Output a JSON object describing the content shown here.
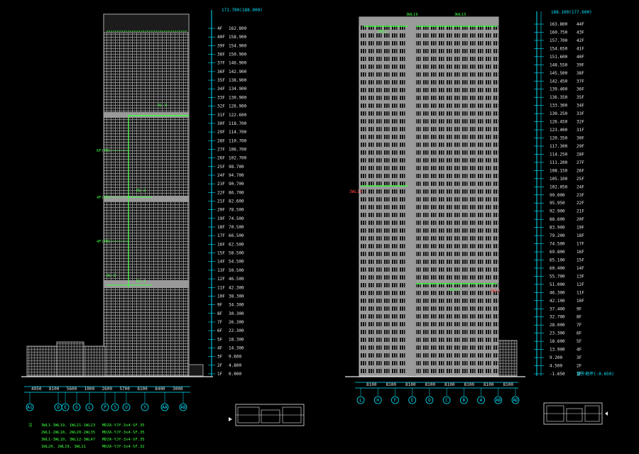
{
  "left": {
    "top_label": "171.700(188.000)",
    "levels": [
      [
        "4F",
        "162.800"
      ],
      [
        "40F",
        "158.900"
      ],
      [
        "39F",
        "154.900"
      ],
      [
        "38F",
        "150.900"
      ],
      [
        "37F",
        "146.900"
      ],
      [
        "36F",
        "142.900"
      ],
      [
        "35F",
        "138.900"
      ],
      [
        "34F",
        "134.900"
      ],
      [
        "33F",
        "130.900"
      ],
      [
        "32F",
        "126.900"
      ],
      [
        "31F",
        "122.600"
      ],
      [
        "30F",
        "118.700"
      ],
      [
        "29F",
        "114.700"
      ],
      [
        "28F",
        "110.700"
      ],
      [
        "27F",
        "106.700"
      ],
      [
        "26F",
        "102.700"
      ],
      [
        "25F",
        "98.700"
      ],
      [
        "24F",
        "94.700"
      ],
      [
        "23F",
        "90.700"
      ],
      [
        "22F",
        "86.700"
      ],
      [
        "21F",
        "82.600"
      ],
      [
        "20F",
        "78.500"
      ],
      [
        "19F",
        "74.500"
      ],
      [
        "18F",
        "70.500"
      ],
      [
        "17F",
        "66.500"
      ],
      [
        "16F",
        "62.500"
      ],
      [
        "15F",
        "58.500"
      ],
      [
        "14F",
        "54.500"
      ],
      [
        "13F",
        "50.500"
      ],
      [
        "12F",
        "46.500"
      ],
      [
        "11F",
        "42.300"
      ],
      [
        "10F",
        "38.300"
      ],
      [
        "9F",
        "34.300"
      ],
      [
        "8F",
        "30.300"
      ],
      [
        "7F",
        "26.300"
      ],
      [
        "6F",
        "22.300"
      ],
      [
        "5F",
        "18.300"
      ],
      [
        "4F",
        "14.300"
      ],
      [
        "3F",
        "9.600"
      ],
      [
        "2F",
        "4.800"
      ],
      [
        "1F",
        "0.000"
      ]
    ],
    "dims": [
      "4950",
      "8100",
      "5600",
      "1000",
      "2600",
      "5700",
      "8100",
      "8400",
      "3000"
    ],
    "axes": [
      "A1",
      "D",
      "E",
      "G",
      "L",
      "P",
      "S",
      "U",
      "Y",
      "AA",
      "AB"
    ],
    "side_labels": [
      "6F(TM)",
      "4F(TM)",
      "4F(TM)"
    ],
    "zone_labels": [
      "DL-3",
      "DL-2",
      "DL-1",
      "DL-3"
    ],
    "notes": [
      [
        "3WL1-3WL19, 1WL21-1WL23",
        "MDZA-YJY-3x4-SF.35"
      ],
      [
        "2WL1-2WL18, 2WL20-2WL35",
        "MDZA-YJY-3x4-SF.35"
      ],
      [
        "3WL1-3WL10, 3WL12-3WL47",
        "MDZA-YJY-3x4-SF.35"
      ],
      [
        "1WL20, 2WL19, 3WL11",
        "MDZA-YJY-3x4-SF.32"
      ]
    ],
    "note_mark": "注"
  },
  "right": {
    "top_label": "188.100(177.600)",
    "levels": [
      [
        "44F",
        "163.800"
      ],
      [
        "43F",
        "160.750"
      ],
      [
        "42F",
        "157.700"
      ],
      [
        "41F",
        "154.650"
      ],
      [
        "40F",
        "151.600"
      ],
      [
        "39F",
        "148.550"
      ],
      [
        "38F",
        "145.500"
      ],
      [
        "37F",
        "142.450"
      ],
      [
        "36F",
        "139.400"
      ],
      [
        "35F",
        "136.350"
      ],
      [
        "34F",
        "133.300"
      ],
      [
        "33F",
        "130.250"
      ],
      [
        "32F",
        "126.450"
      ],
      [
        "31F",
        "123.400"
      ],
      [
        "30F",
        "120.350"
      ],
      [
        "29F",
        "117.300"
      ],
      [
        "28F",
        "114.250"
      ],
      [
        "27F",
        "111.200"
      ],
      [
        "26F",
        "108.150"
      ],
      [
        "25F",
        "105.100"
      ],
      [
        "24F",
        "102.050"
      ],
      [
        "23F",
        "99.000"
      ],
      [
        "22F",
        "95.950"
      ],
      [
        "21F",
        "92.900"
      ],
      [
        "20F",
        "88.600"
      ],
      [
        "19F",
        "83.900"
      ],
      [
        "18F",
        "79.200"
      ],
      [
        "17F",
        "74.500"
      ],
      [
        "16F",
        "69.800"
      ],
      [
        "15F",
        "65.100"
      ],
      [
        "14F",
        "60.400"
      ],
      [
        "13F",
        "55.700"
      ],
      [
        "12F",
        "51.000"
      ],
      [
        "11F",
        "46.300"
      ],
      [
        "10F",
        "42.100"
      ],
      [
        "9F",
        "37.400"
      ],
      [
        "8F",
        "32.700"
      ],
      [
        "7F",
        "28.000"
      ],
      [
        "6F",
        "23.300"
      ],
      [
        "5F",
        "18.600"
      ],
      [
        "4F",
        "13.900"
      ],
      [
        "3F",
        "9.200"
      ],
      [
        "2F",
        "4.500"
      ],
      [
        "1F",
        "-1.650"
      ]
    ],
    "ground_note": "室外地坪(-0.650)",
    "dims": [
      "8100",
      "8100",
      "8100",
      "8100",
      "8100",
      "8100",
      "8100",
      "8100"
    ],
    "axes": [
      "L",
      "H",
      "F",
      "E",
      "D",
      "C",
      "B",
      "A",
      "AB",
      "AD"
    ],
    "zone_labels": [
      "3WL19",
      "3WL15",
      "3WL2",
      "3WL17"
    ],
    "side_labels": [
      "3WL19",
      "3WL2"
    ]
  },
  "colors": {
    "building": "#9a9a9a",
    "cyan": "#00e5ff",
    "green": "#3cff3c",
    "red": "#ff3030"
  }
}
